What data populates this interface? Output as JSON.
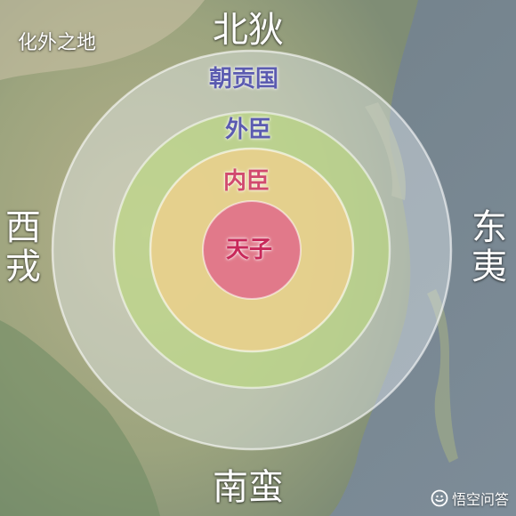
{
  "corner_label": "化外之地",
  "directions": {
    "north": "北狄",
    "south": "南蛮",
    "west": "西戎",
    "east": "东夷"
  },
  "rings": [
    {
      "label": "朝贡国",
      "color": "#5b5bb0"
    },
    {
      "label": "外臣",
      "color": "#5b5bb0"
    },
    {
      "label": "内臣",
      "color": "#d14a6e"
    },
    {
      "label": "天子",
      "color": "#c8285a"
    }
  ],
  "watermark": "悟空问答",
  "colors": {
    "tributary_fill": "#e6edf0",
    "vassal_fill": "#b9d87a",
    "minister_fill": "#f0cf8c",
    "emperor_fill": "#e06a8a"
  }
}
